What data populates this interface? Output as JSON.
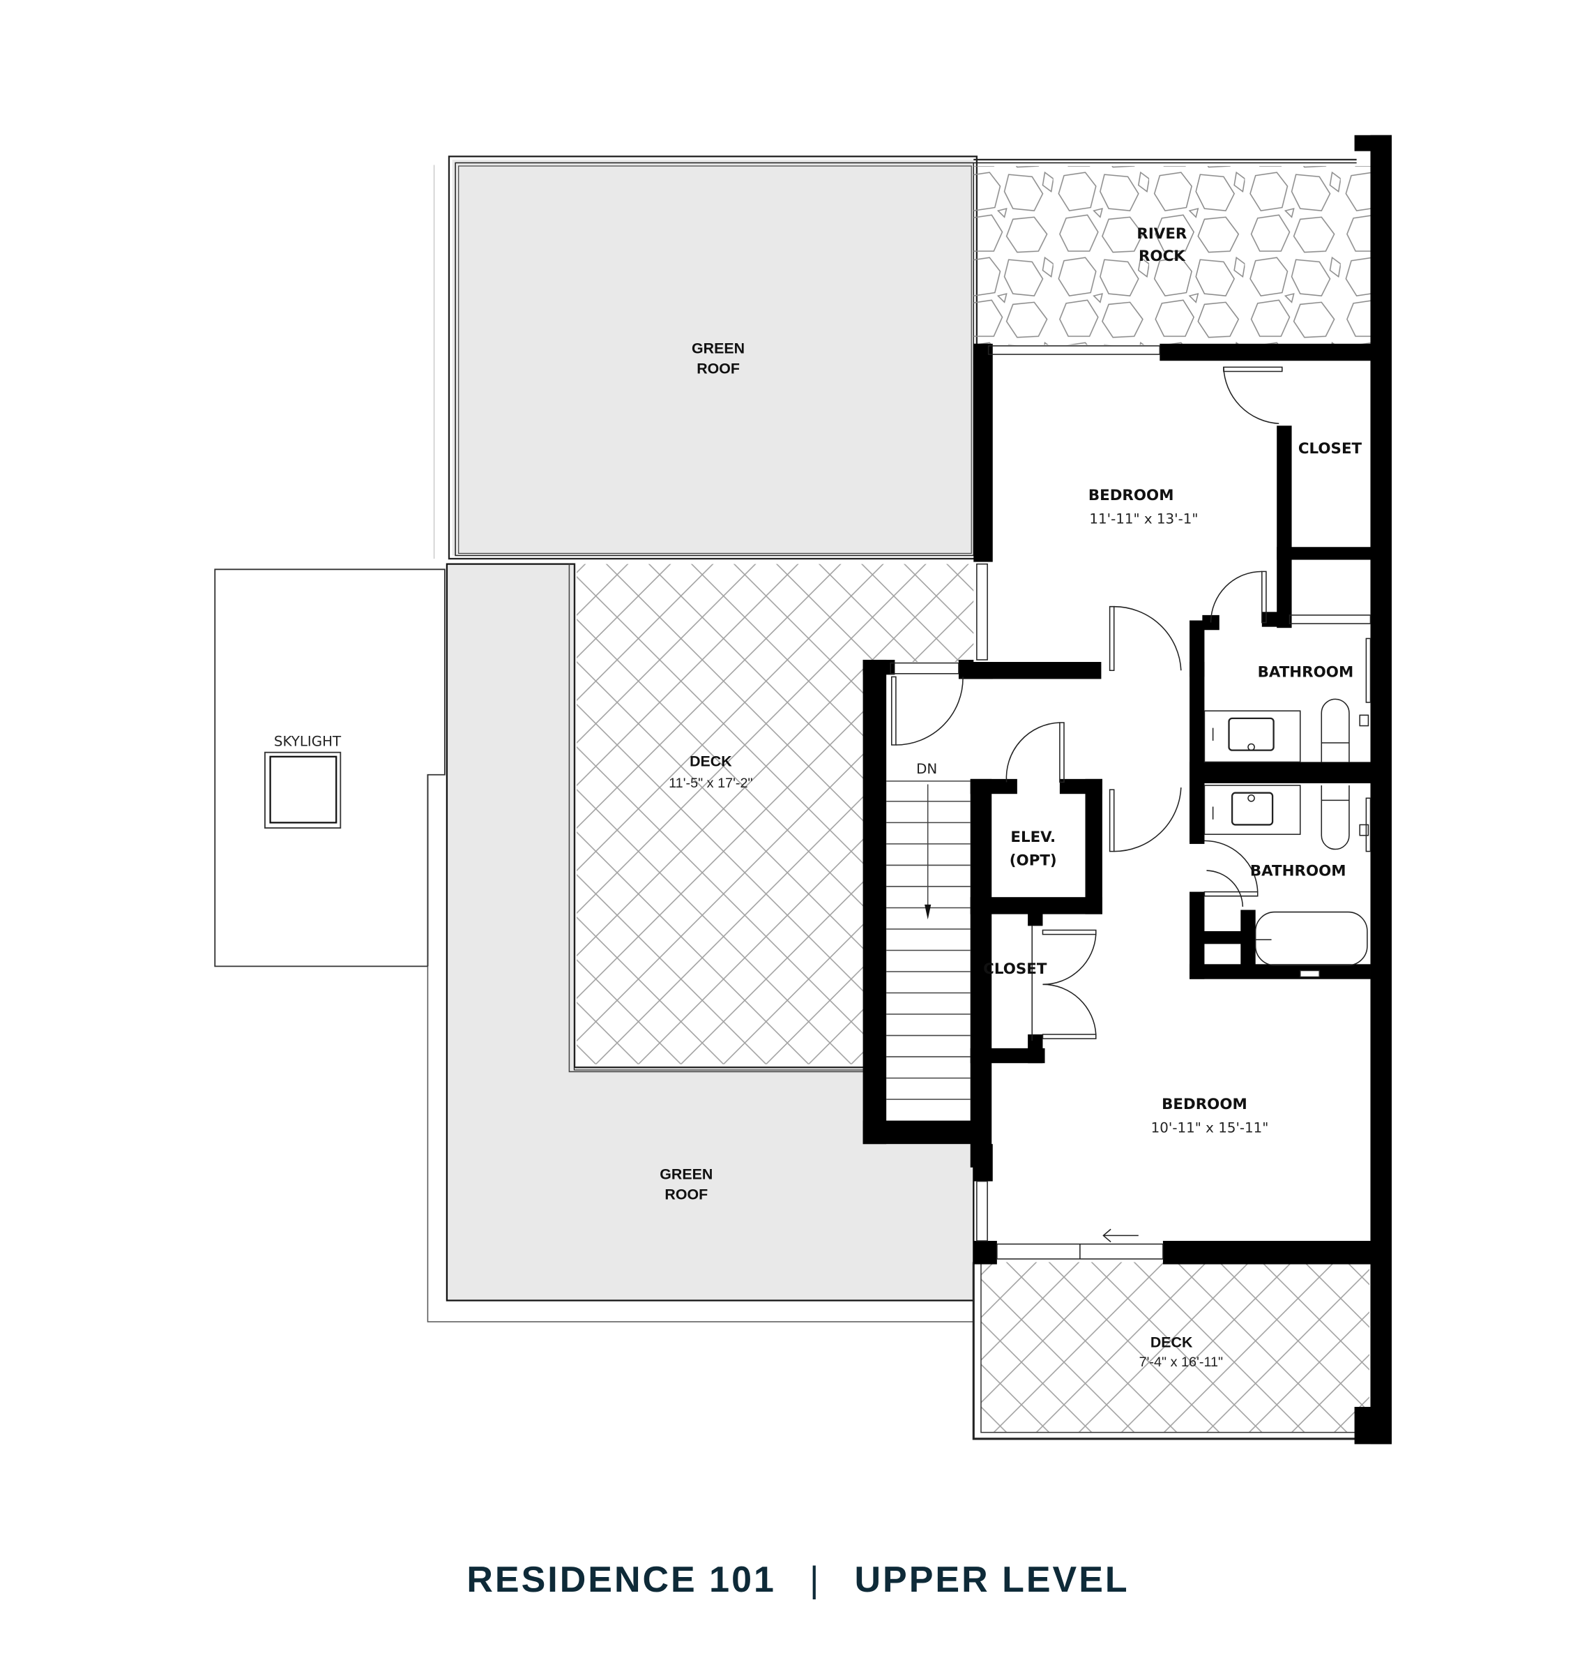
{
  "title": {
    "residence": "RESIDENCE 101",
    "separator": "|",
    "level": "UPPER LEVEL",
    "color": "#0e2a38"
  },
  "rooms": {
    "green_roof_top": {
      "line1": "GREEN",
      "line2": "ROOF"
    },
    "river_rock": {
      "line1": "RIVER",
      "line2": "ROCK"
    },
    "bedroom_1": {
      "name": "BEDROOM",
      "dims": "11'-11\" x 13'-1\""
    },
    "closet_1": {
      "name": "CLOSET"
    },
    "bathroom_1": {
      "name": "BATHROOM"
    },
    "deck_1": {
      "name": "DECK",
      "dims": "11'-5\" x 17'-2\""
    },
    "skylight": {
      "name": "SKYLIGHT"
    },
    "stair": {
      "label": "DN"
    },
    "elevator": {
      "line1": "ELEV.",
      "line2": "(OPT)"
    },
    "bathroom_2": {
      "name": "BATHROOM"
    },
    "closet_2": {
      "name": "CLOSET"
    },
    "bedroom_2": {
      "name": "BEDROOM",
      "dims": "10'-11\" x 15'-11\""
    },
    "green_roof_bottom": {
      "line1": "GREEN",
      "line2": "ROOF"
    },
    "deck_2": {
      "name": "DECK",
      "dims": "7'-4\" x 16'-11\""
    }
  },
  "colors": {
    "wall": "#000000",
    "green_roof_fill": "#e9e9e9",
    "hatch_line": "#9a9a9a",
    "rock_line": "#8a8a8a"
  }
}
